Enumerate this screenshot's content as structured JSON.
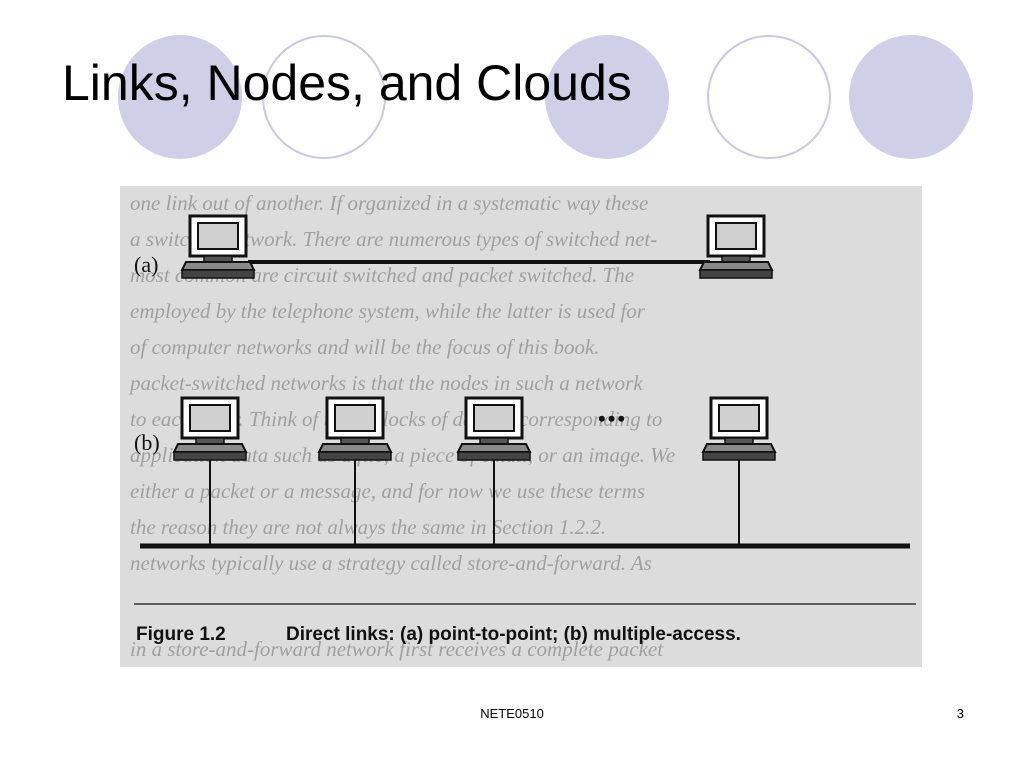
{
  "slide": {
    "title": "Links, Nodes, and Clouds",
    "footer": "NETE0510",
    "page_number": "3"
  },
  "figure": {
    "label_a": "(a)",
    "label_b": "(b)",
    "ellipsis": "•••",
    "caption_number": "Figure 1.2",
    "caption_text": "Direct links: (a) point-to-point; (b) multiple-access.",
    "bleed_through_lines": [
      "one link out of another. If organized in a systematic way these",
      "a switched network. There are numerous types of switched net-",
      "most common are circuit switched and packet switched. The",
      "employed by the telephone system, while the latter is used for",
      "of computer networks and will be the focus of this book.",
      "packet-switched networks is that the nodes in such a network",
      "to each other. Think of these blocks of data as corresponding to",
      "application data such as a file, a piece of email, or an image. We",
      "either a packet or a message, and for now we use these terms",
      "the reason they are not always the same in Section 1.2.2.",
      "networks typically use a strategy called store-and-forward. As",
      "in a store-and-forward network first receives a complete packet"
    ]
  },
  "colors": {
    "circle_fill": "#cfcfe8",
    "circle_ring": "#c9c9e2",
    "scan_background": "#dcdcdc"
  }
}
